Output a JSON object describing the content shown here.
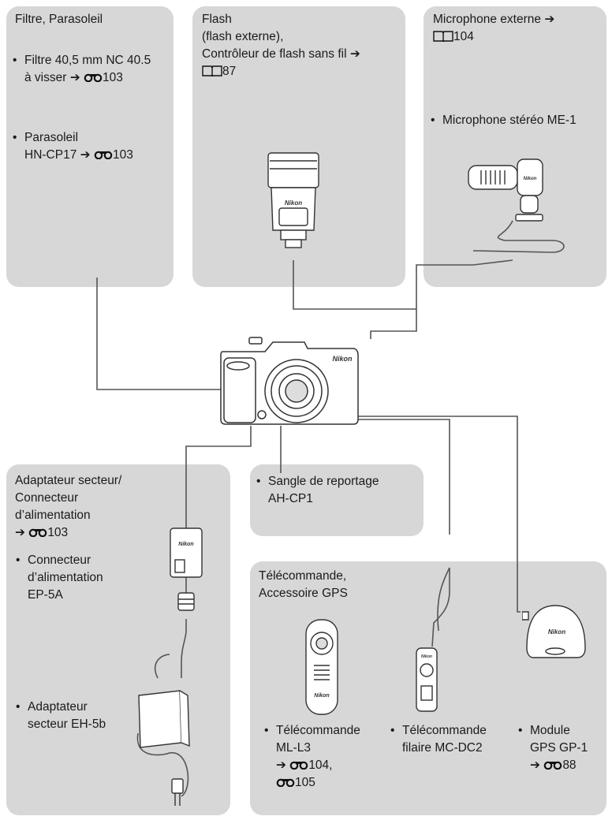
{
  "filter_box": {
    "title": "Filtre, Parasoleil",
    "items": [
      {
        "line1": "Filtre 40,5 mm NC 40.5",
        "line2": "à visser",
        "arrow": "➔",
        "ref": "103"
      },
      {
        "line1": "Parasoleil",
        "line2": "HN-CP17",
        "arrow": "➔",
        "ref": "103"
      }
    ]
  },
  "flash_box": {
    "line1": "Flash",
    "line2": "(flash externe),",
    "line3": "Contrôleur de flash sans fil",
    "arrow": "➔",
    "ref": "87"
  },
  "mic_box": {
    "title": "Microphone externe",
    "arrow": "➔",
    "ref": "104",
    "item": "Microphone stéréo ME-1"
  },
  "power_box": {
    "line1": "Adaptateur secteur/",
    "line2": "Connecteur",
    "line3": "d’alimentation",
    "arrow": "➔",
    "ref": "103",
    "item1": {
      "line1": "Connecteur",
      "line2": "d’alimentation",
      "line3": "EP-5A"
    },
    "item2": {
      "line1": "Adaptateur",
      "line2": "secteur EH-5b"
    }
  },
  "strap_box": {
    "line1": "Sangle de reportage",
    "line2": "AH-CP1"
  },
  "remote_box": {
    "line1": "Télécommande,",
    "line2": "Accessoire GPS",
    "item1": {
      "line1": "Télécommande",
      "line2": "ML-L3",
      "arrow": "➔",
      "ref1": "104,",
      "ref2": "105"
    },
    "item2": {
      "line1": "Télécommande",
      "line2": "filaire MC-DC2"
    },
    "item3": {
      "line1": "Module",
      "line2": "GPS GP-1",
      "arrow": "➔",
      "ref": "88"
    }
  },
  "brand": "Nikon",
  "colors": {
    "box": "#d7d7d7",
    "line": "#555555"
  }
}
